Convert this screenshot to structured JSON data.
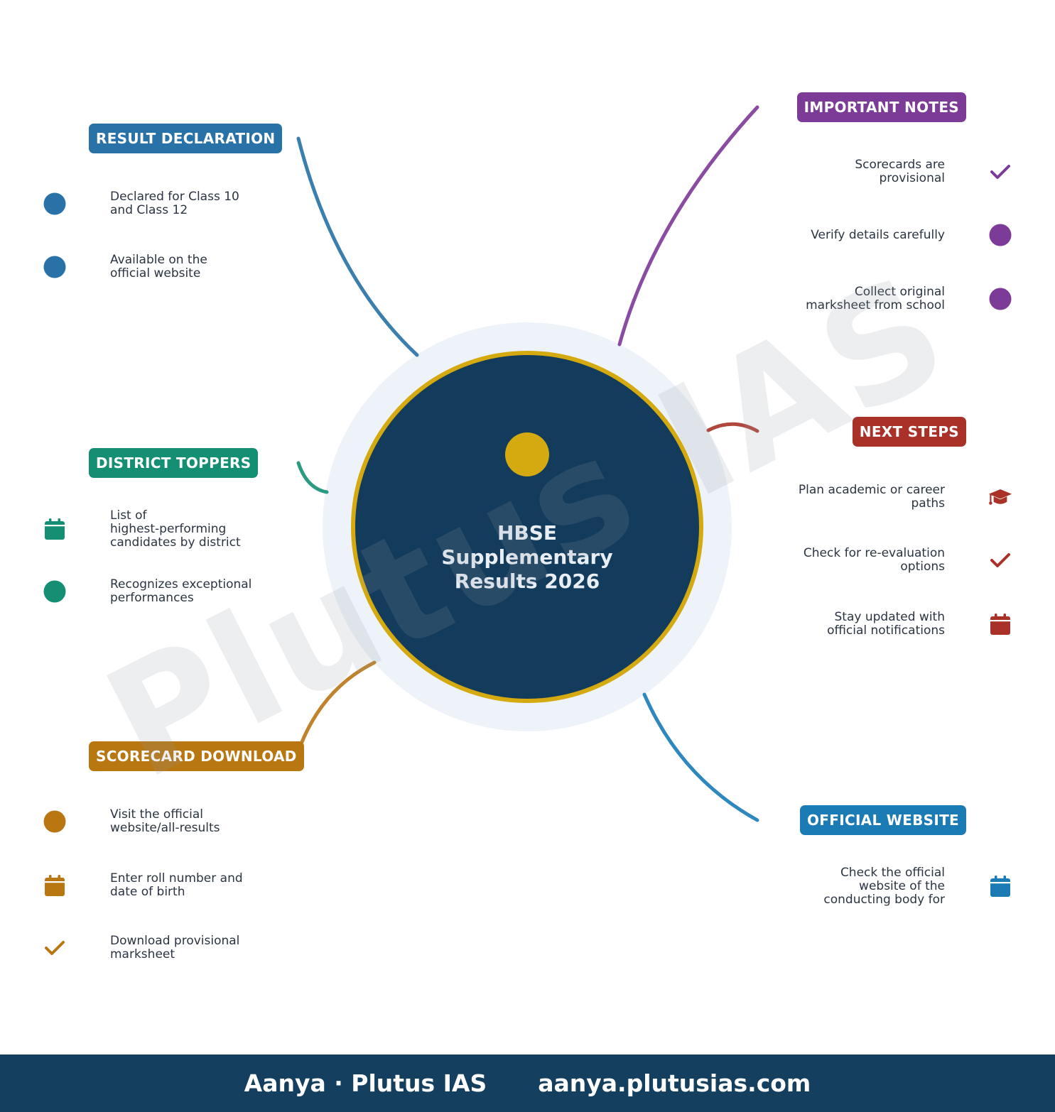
{
  "center": {
    "title": "HBSE\nSupplementary\nResults 2026"
  },
  "watermark": "Plutus IAS",
  "colors": {
    "navy": "#153f5e",
    "gold": "#d4aa10",
    "halo": "#eef3f9",
    "text": "#2b3442"
  },
  "branches": [
    {
      "id": "result-declaration",
      "title": "RESULT DECLARATION",
      "color": "#2872a8",
      "side": "left",
      "items": [
        {
          "icon": "dot-icon",
          "text": "Declared for Class 10\nand Class 12"
        },
        {
          "icon": "dot-icon",
          "text": "Available on the\nofficial website"
        }
      ]
    },
    {
      "id": "district-toppers",
      "title": "DISTRICT TOPPERS",
      "color": "#148f74",
      "side": "left",
      "items": [
        {
          "icon": "calendar-icon",
          "text": "List of\nhighest-performing\ncandidates by district"
        },
        {
          "icon": "dot-icon",
          "text": "Recognizes exceptional\nperformances"
        }
      ]
    },
    {
      "id": "scorecard-download",
      "title": "SCORECARD DOWNLOAD",
      "color": "#b87711",
      "side": "left",
      "items": [
        {
          "icon": "dot-icon",
          "text": "Visit the official\nwebsite/all-results"
        },
        {
          "icon": "calendar-icon",
          "text": "Enter roll number and\ndate of birth"
        },
        {
          "icon": "check-icon",
          "text": "Download provisional\nmarksheet"
        }
      ]
    },
    {
      "id": "important-notes",
      "title": "IMPORTANT NOTES",
      "color": "#7d3b98",
      "side": "right",
      "items": [
        {
          "icon": "check-icon",
          "text": "Scorecards are\nprovisional"
        },
        {
          "icon": "dot-icon",
          "text": "Verify details carefully"
        },
        {
          "icon": "dot-icon",
          "text": "Collect original\nmarksheet from school"
        }
      ]
    },
    {
      "id": "next-steps",
      "title": "NEXT STEPS",
      "color": "#a93128",
      "side": "right",
      "items": [
        {
          "icon": "graduation-cap-icon",
          "text": "Plan academic or career\npaths"
        },
        {
          "icon": "check-icon",
          "text": "Check for re-evaluation\noptions"
        },
        {
          "icon": "calendar-icon",
          "text": "Stay updated with\nofficial notifications"
        }
      ]
    },
    {
      "id": "official-website",
      "title": "OFFICIAL WEBSITE",
      "color": "#1b7bb5",
      "side": "right",
      "items": [
        {
          "icon": "calendar-icon",
          "text": "Check the official\nwebsite of the\nconducting body for"
        }
      ]
    }
  ],
  "footer": {
    "author": "Aanya · Plutus IAS",
    "url": "aanya.plutusias.com"
  }
}
